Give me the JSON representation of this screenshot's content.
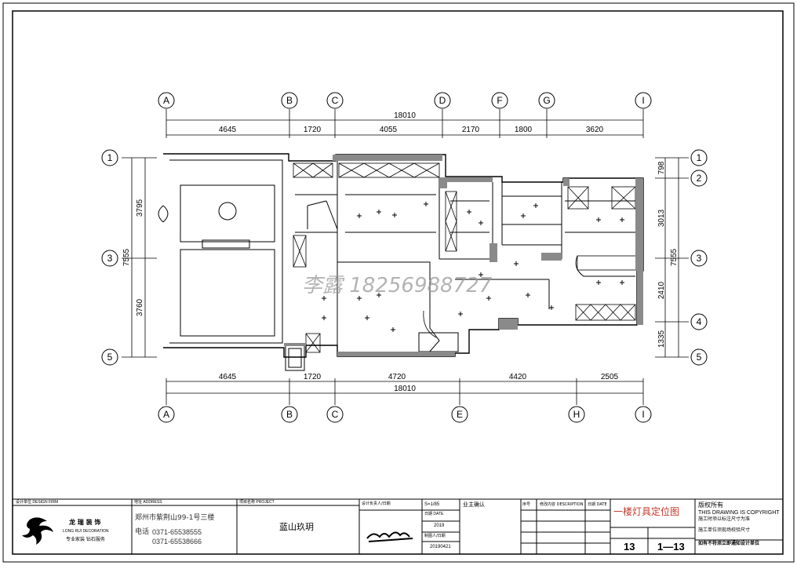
{
  "grid": {
    "top": [
      "A",
      "B",
      "C",
      "D",
      "F",
      "G",
      "I"
    ],
    "bottom": [
      "A",
      "B",
      "C",
      "E",
      "H",
      "I"
    ],
    "left": [
      "1",
      "3",
      "5"
    ],
    "right": [
      "1",
      "2",
      "3",
      "4",
      "5"
    ]
  },
  "dims": {
    "top_total": "18010",
    "top_segments": [
      "4645",
      "1720",
      "4055",
      "2170",
      "1800",
      "3620"
    ],
    "bottom_total": "18010",
    "bottom_segments": [
      "4645",
      "1720",
      "4720",
      "4420",
      "2505"
    ],
    "left_total": "7555",
    "left_segments": [
      "3795",
      "3760"
    ],
    "right_total": "7555",
    "right_segments": [
      "798",
      "3013",
      "2410",
      "1335"
    ]
  },
  "watermark": "李露 18256988727",
  "title_block": {
    "designer_label": "设计单位 DESIGN FIRM",
    "company_cn": "龙 瑞 装 饰",
    "company_en": "LONG RUI DECORATION",
    "company_slogan": "专业家装 钻石服务",
    "address_label": "地址 ADDRESS",
    "address": "郑州市紫荆山99-1号三楼",
    "phone_label": "电话",
    "phone1": "0371-65538555",
    "phone2": "0371-65538666",
    "project_label": "项目名称 PROJECT",
    "project_name": "蓝山玖玥",
    "designer_sign_label": "设计负责人/日期",
    "scale": "S=1/85",
    "date_label": "日期 DATE",
    "year": "2019",
    "drawing_by_label": "制图人/日期",
    "date": "20190421",
    "client_confirm_label": "业主确认",
    "seq_label": "序号",
    "revision_label": "修改内容 DESCRIPTION",
    "rev_date_label": "日期 DATE",
    "drawing_title": "一楼灯具定位图",
    "copyright_cn": "版权所有",
    "copyright_en": "THIS DRAWING IS COPYRIGHT",
    "note1": "施工时须以标注尺寸为准",
    "note2": "施工单位须现场校验尺寸",
    "note3": "如有不符须立即通知设计单位",
    "sheet_no": "13",
    "sheet_range": "1—13"
  },
  "colors": {
    "line": "#000000",
    "wall": "#8a8a8a",
    "title_red": "#c0392b",
    "watermark": "#9a9a9a"
  }
}
